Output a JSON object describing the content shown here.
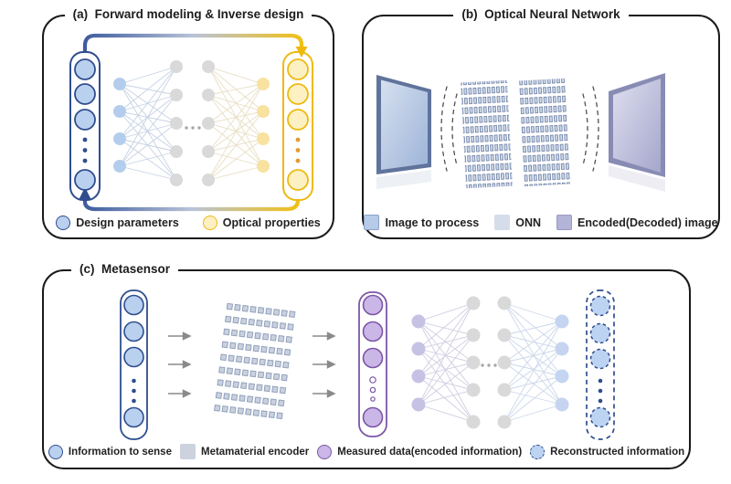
{
  "figure": {
    "panels": {
      "a": {
        "title": "(a)  Forward modeling & Inverse design",
        "legend": [
          {
            "label": "Design parameters",
            "swatch": "circle",
            "color": "#b9d0ef",
            "border": "#2f4d8f"
          },
          {
            "label": "Optical properties",
            "swatch": "circle",
            "color": "#fdf0c2",
            "border": "#eeb90f"
          }
        ],
        "arrows": [
          {
            "name": "forward-modeling",
            "direction": "left-to-right",
            "gradient": [
              "#3e5c9e",
              "#f0c016"
            ]
          },
          {
            "name": "inverse-design",
            "direction": "right-to-left",
            "gradient": [
              "#3e5c9e",
              "#f0c016"
            ]
          }
        ]
      },
      "b": {
        "title": "(b)  Optical Neural Network",
        "legend": [
          {
            "label": "Image to process",
            "swatch": "square",
            "color": "#b7cbe8"
          },
          {
            "label": "ONN",
            "swatch": "square",
            "color": "#d5dcea"
          },
          {
            "label": "Encoded(Decoded) image",
            "swatch": "square",
            "color": "#b4b4d8"
          }
        ]
      },
      "c": {
        "title": "(c)  Metasensor",
        "legend": [
          {
            "label": "Information to sense",
            "swatch": "circle",
            "color": "#b9d0ef",
            "border": "#2f4d8f"
          },
          {
            "label": "Metamaterial encoder",
            "swatch": "square",
            "color": "#ccd3df"
          },
          {
            "label": "Measured data(encoded information)",
            "swatch": "circle",
            "color": "#cab7e7",
            "border": "#7d55a6"
          },
          {
            "label": "Reconstructed information",
            "swatch": "circle-dashed",
            "color": "#bdd3f2",
            "border": "#2f4d8f"
          }
        ]
      }
    },
    "accent_colors": {
      "dark_blue": "#2f4d8f",
      "light_blue": "#b9d0ef",
      "gold": "#eeb90f",
      "light_gold": "#fdf0c2",
      "purple": "#7d55a6",
      "light_purple": "#cab7e7",
      "gray_node": "#d9d9d9"
    }
  }
}
